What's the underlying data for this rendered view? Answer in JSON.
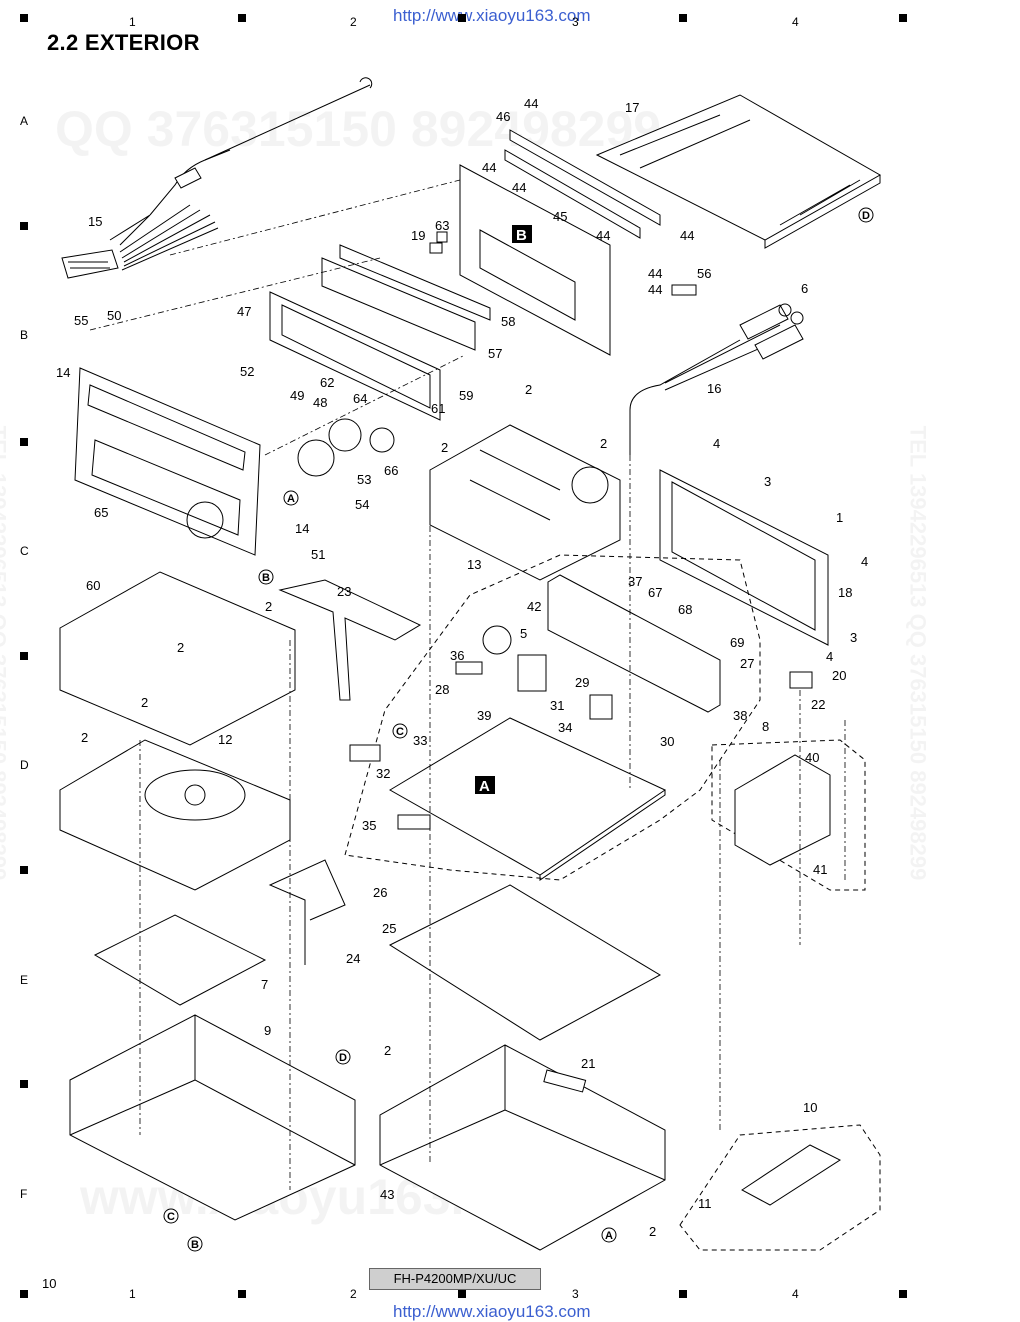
{
  "header": {
    "title": "2.2  EXTERIOR",
    "url_top": "http://www.xiaoyu163.com",
    "url_bottom": "http://www.xiaoyu163.com"
  },
  "footer": {
    "page_number": "10",
    "model": "FH-P4200MP/XU/UC"
  },
  "grid": {
    "columns": [
      "1",
      "2",
      "3",
      "4"
    ],
    "rows": [
      "A",
      "B",
      "C",
      "D",
      "E",
      "F"
    ]
  },
  "watermarks": {
    "qq": "QQ 376315150  892498299",
    "site": "www.xiaoyu163.com",
    "side_left": "TEL 13942296513  QQ 376315150  892498299",
    "side_right": "TEL 13942296513  QQ 376315150  892498299"
  },
  "callouts": {
    "A": "A",
    "B": "B",
    "C": "C",
    "D": "D"
  },
  "part_labels": [
    "1",
    "2",
    "3",
    "4",
    "5",
    "6",
    "7",
    "8",
    "9",
    "10",
    "11",
    "12",
    "13",
    "14",
    "15",
    "16",
    "17",
    "18",
    "19",
    "20",
    "21",
    "22",
    "23",
    "24",
    "25",
    "26",
    "27",
    "28",
    "29",
    "30",
    "31",
    "32",
    "33",
    "34",
    "35",
    "36",
    "37",
    "38",
    "39",
    "40",
    "41",
    "42",
    "43",
    "44",
    "45",
    "46",
    "47",
    "48",
    "49",
    "50",
    "51",
    "52",
    "53",
    "54",
    "55",
    "56",
    "57",
    "58",
    "59",
    "60",
    "61",
    "62",
    "63",
    "64",
    "65",
    "66",
    "67",
    "68",
    "69"
  ]
}
